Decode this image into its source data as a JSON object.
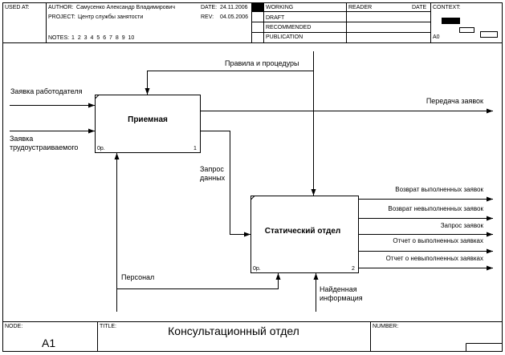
{
  "header": {
    "used_at": "USED AT:",
    "author_label": "AUTHOR:",
    "author": "Самусенко Александр Владимирович",
    "project_label": "PROJECT:",
    "project": "Центр службы занятости",
    "notes_label": "NOTES:",
    "notes": "1 2 3 4 5 6 7 8 9 10",
    "date_label": "DATE:",
    "date": "24.11.2006",
    "rev_label": "REV:",
    "rev": "04.05.2006",
    "status": [
      "WORKING",
      "DRAFT",
      "RECOMMENDED",
      "PUBLICATION"
    ],
    "reader": "READER",
    "date2": "DATE",
    "context": "CONTEXT:",
    "context_node": "A0"
  },
  "diagram": {
    "box1": {
      "title": "Приемная",
      "cost": "0р.",
      "num": "1"
    },
    "box2": {
      "title": "Статический отдел",
      "cost": "0р.",
      "num": "2"
    },
    "arrows": {
      "control_rules": "Правила и процедуры",
      "in_employer": "Заявка работодателя",
      "in_seeker_1": "Заявка",
      "in_seeker_2": "трудоустраиваемого",
      "out_transfer": "Передача заявок",
      "data_req_1": "Запрос",
      "data_req_2": "данных",
      "personnel": "Персонал",
      "found_info_1": "Найденная",
      "found_info_2": "информация",
      "out_returned_done": "Возврат выполненных заявок",
      "out_returned_undone": "Возврат невыполненных заявок",
      "out_request": "Запрос заявок",
      "out_report_done": "Отчет о выполненных заявках",
      "out_report_undone": "Отчет о невыполненных заявках"
    }
  },
  "footer": {
    "node_label": "NODE:",
    "node": "A1",
    "title_label": "TITLE:",
    "title": "Консультационный отдел",
    "number_label": "NUMBER:"
  }
}
